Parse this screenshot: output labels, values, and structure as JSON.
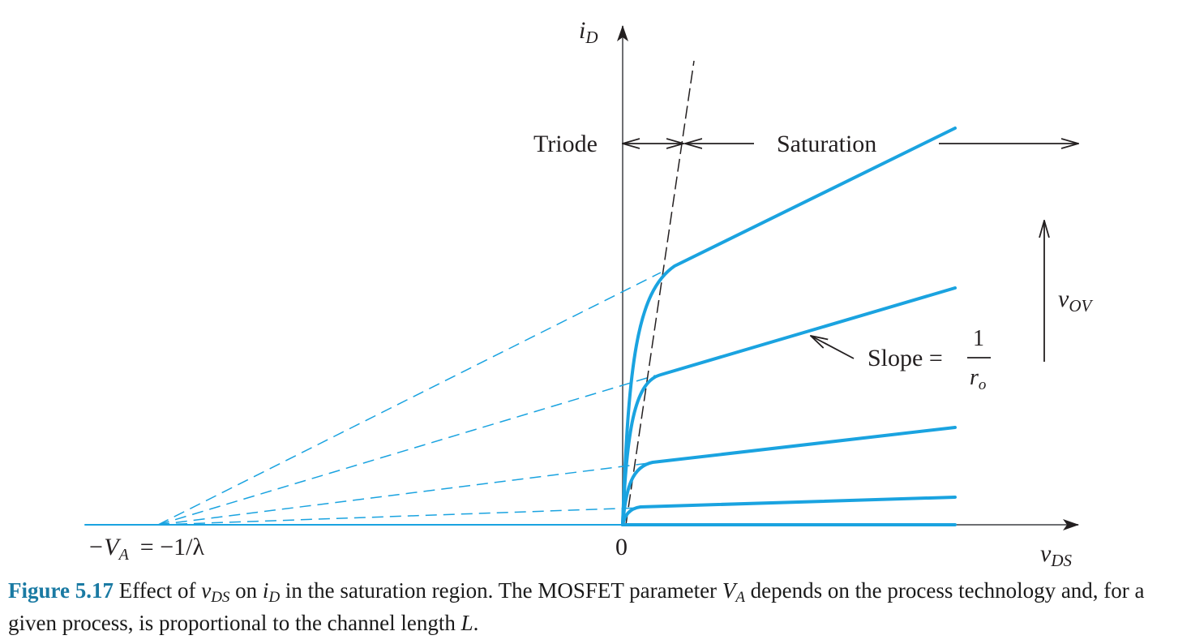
{
  "diagram": {
    "axes": {
      "y_label": {
        "main": "i",
        "sub": "D"
      },
      "x_label": {
        "main": "v",
        "sub": "DS"
      },
      "origin_label": "0",
      "intercept_label": {
        "minus_v": "−V",
        "sub": "A",
        "rest": "= −1/λ"
      }
    },
    "regions": {
      "triode_label": "Triode",
      "saturation_label": "Saturation"
    },
    "overdrive_label": {
      "main": "v",
      "sub": "OV"
    },
    "slope_annotation": {
      "text": "Slope =",
      "numerator": "1",
      "denominator_main": "r",
      "denominator_sub": "o"
    },
    "curve_count": 5,
    "colors": {
      "curve": "#1aa3e0",
      "extrapolation": "#1aa3e0",
      "axis": "#6d6e71",
      "text": "#231f20",
      "caption_label": "#1a7aa3"
    }
  },
  "caption": {
    "label": "Figure 5.17",
    "part1": " Effect of ",
    "v_main": "v",
    "v_sub": "DS",
    "part2": " on ",
    "i_main": "i",
    "i_sub": "D",
    "part3": " in the saturation region. The MOSFET parameter ",
    "va_main": "V",
    "va_sub": "A",
    "part4": " depends on the process technology and, for a given process, is proportional to the channel length ",
    "l_main": "L",
    "part5": "."
  }
}
